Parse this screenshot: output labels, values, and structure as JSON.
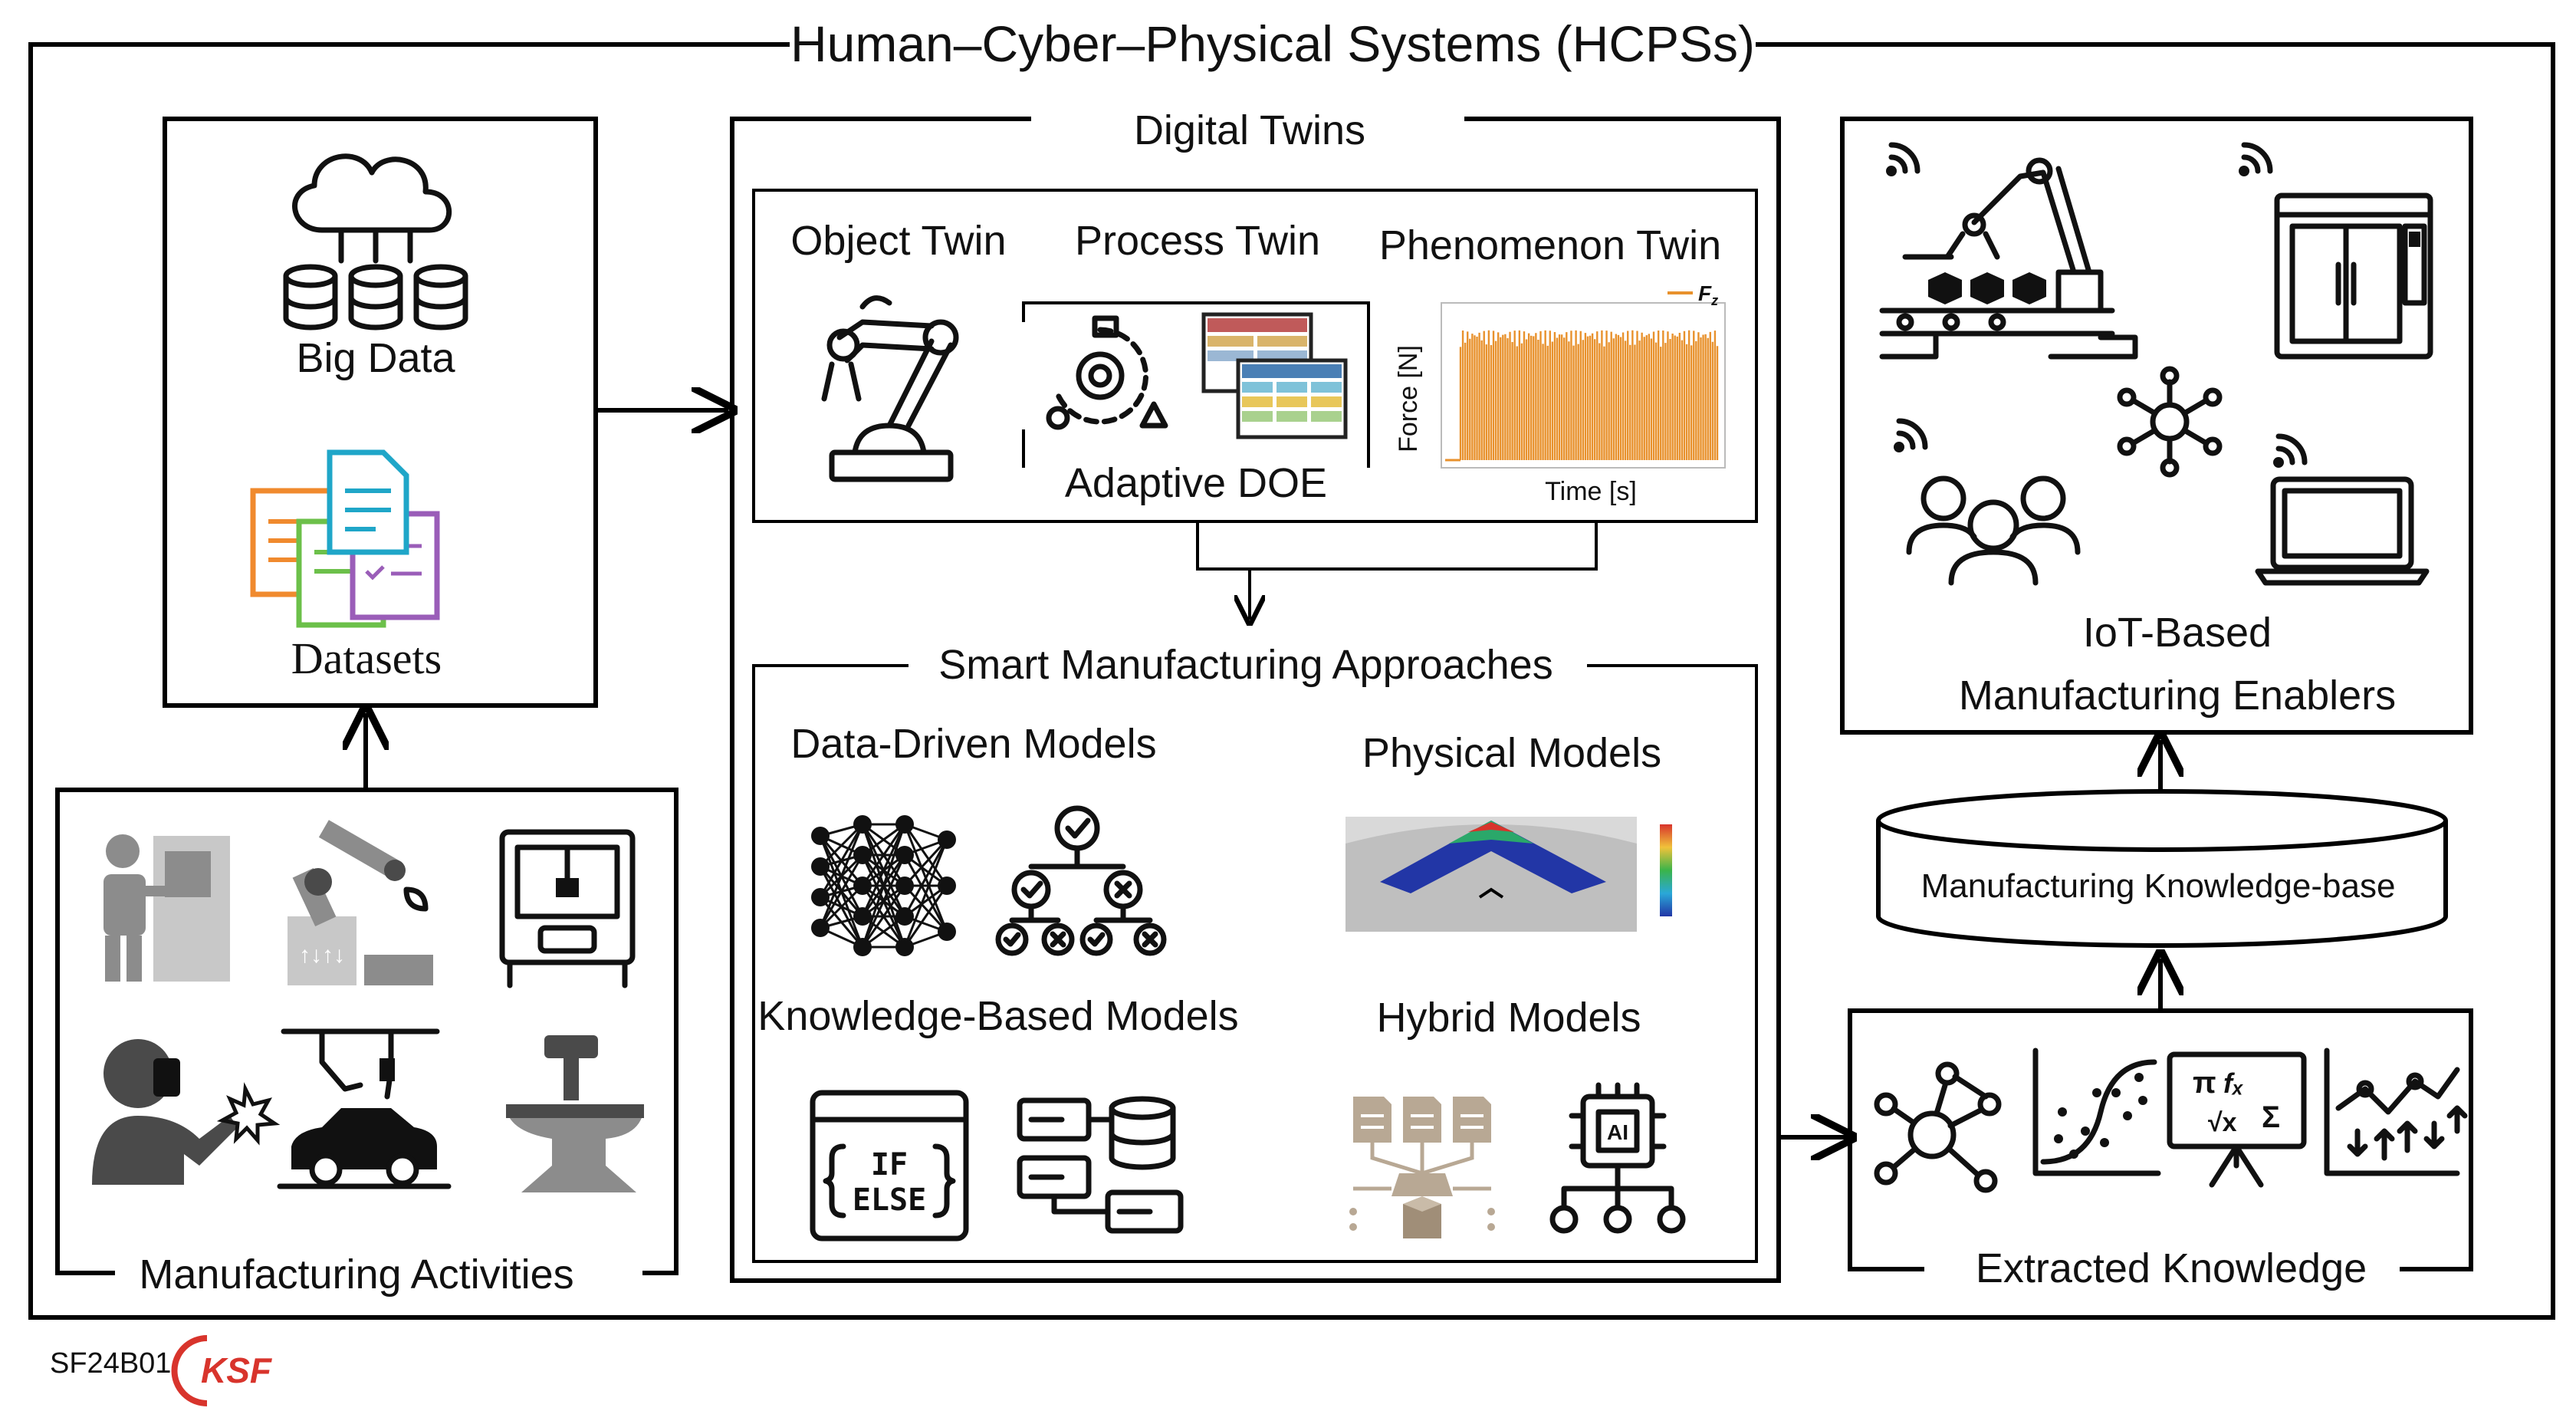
{
  "title": "Human–Cyber–Physical Systems (HCPSs)",
  "big_data": {
    "label": "Big Data",
    "datasets_label": "Datasets"
  },
  "manufacturing_activities": {
    "label": "Manufacturing Activities"
  },
  "digital_twins": {
    "label": "Digital Twins",
    "object_twin": "Object Twin",
    "process_twin": "Process Twin",
    "adaptive_doe": "Adaptive DOE",
    "phenomenon_twin": "Phenomenon Twin",
    "plot": {
      "legend": "F",
      "legend_sub": "z",
      "ylabel": "Force [N]",
      "xlabel": "Time [s]"
    }
  },
  "smart_manufacturing": {
    "label": "Smart Manufacturing Approaches",
    "data_driven": "Data-Driven Models",
    "physical": "Physical Models",
    "knowledge_based": "Knowledge-Based Models",
    "hybrid": "Hybrid Models",
    "if_label": "IF",
    "else_label": "ELSE",
    "ai_label": "AI"
  },
  "iot_enablers": {
    "line1": "IoT-Based",
    "line2": "Manufacturing Enablers"
  },
  "knowledge_base": {
    "label": "Manufacturing  Knowledge-base"
  },
  "extracted_knowledge": {
    "label": "Extracted Knowledge",
    "formula_pi": "π",
    "formula_fx": "fₓ",
    "formula_sqrt": "√x",
    "formula_sigma": "Σ"
  },
  "footer": {
    "code": "SF24B01",
    "logo_text": "KSF"
  }
}
